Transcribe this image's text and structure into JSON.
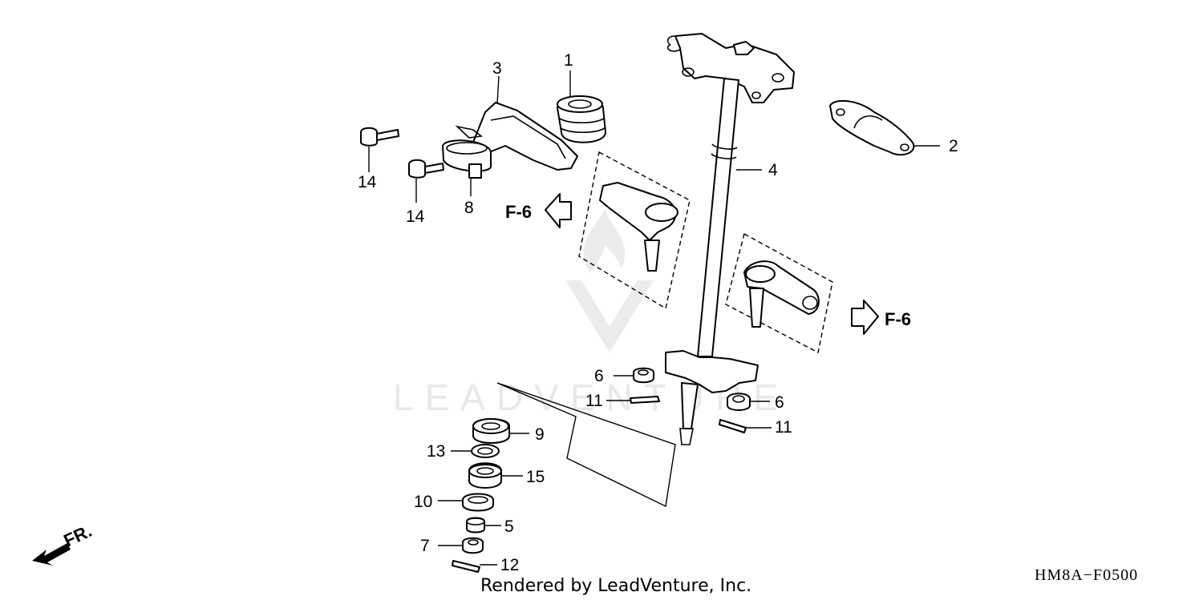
{
  "diagram": {
    "watermark": "LEADVENTURE",
    "credit": "Rendered by LeadVenture, Inc.",
    "code": "HM8A−F0500",
    "front_label": "FR.",
    "refs": {
      "left": "F-6",
      "right": "F-6"
    },
    "callouts": {
      "c1": "1",
      "c2": "2",
      "c3": "3",
      "c4": "4",
      "c8": "8",
      "c14a": "14",
      "c14b": "14",
      "c6a": "6",
      "c6b": "6",
      "c11a": "11",
      "c11b": "11",
      "c9": "9",
      "c13": "13",
      "c15": "15",
      "c10": "10",
      "c5": "5",
      "c7": "7",
      "c12": "12"
    }
  }
}
